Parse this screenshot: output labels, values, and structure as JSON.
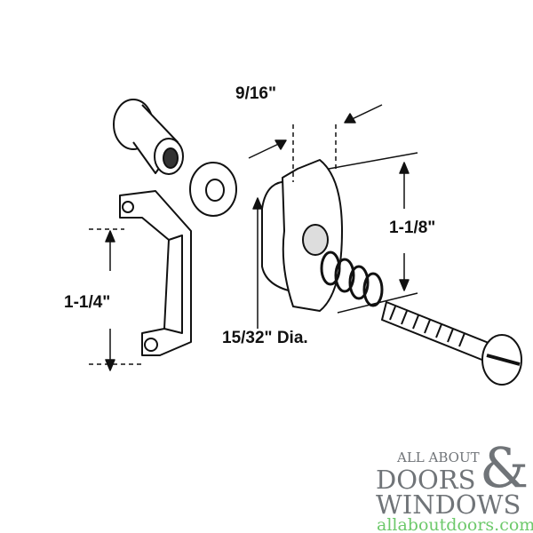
{
  "dimensions": {
    "depth": "9/16\"",
    "height_right": "1-1/8\"",
    "height_left": "1-1/4\"",
    "diameter": "15/32\" Dia."
  },
  "logo": {
    "line1": "ALL ABOUT",
    "line2": "DOORS",
    "ampersand": "&",
    "line3": "WINDOWS",
    "url": "allaboutdoors.com",
    "text_color": "#707478",
    "url_color": "#6dc96b"
  }
}
